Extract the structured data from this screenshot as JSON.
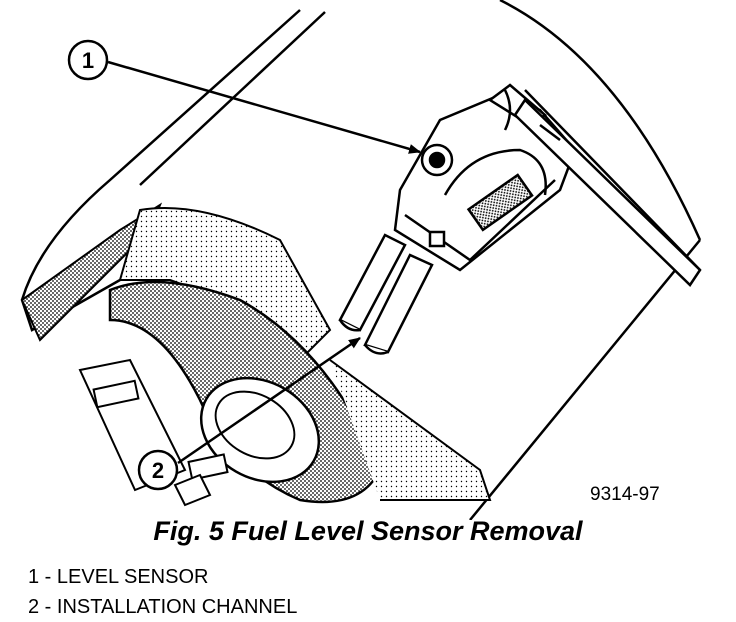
{
  "figure": {
    "number": "9314-97",
    "caption": "Fig. 5 Fuel Level Sensor Removal"
  },
  "callouts": [
    {
      "id": "1",
      "text": "LEVEL SENSOR"
    },
    {
      "id": "2",
      "text": "INSTALLATION CHANNEL"
    }
  ],
  "legend": [
    {
      "text": "1 - LEVEL SENSOR"
    },
    {
      "text": "2 - INSTALLATION CHANNEL"
    }
  ]
}
